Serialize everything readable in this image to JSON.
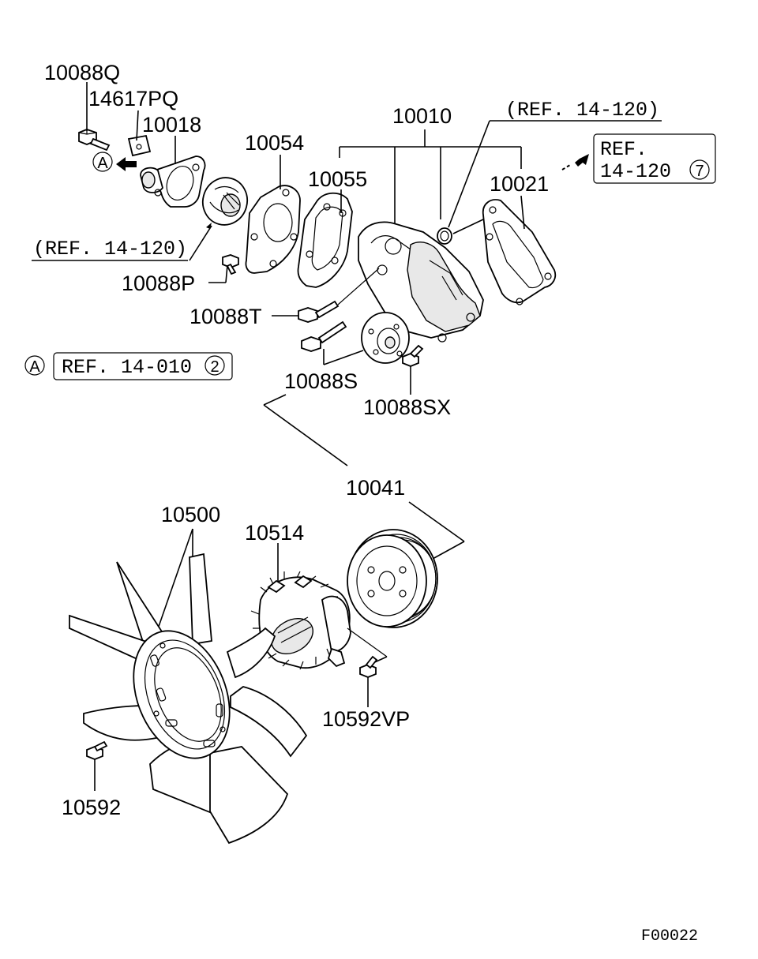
{
  "parts": {
    "p10088Q": "10088Q",
    "p14617PQ": "14617PQ",
    "p10018": "10018",
    "p10054": "10054",
    "p10055": "10055",
    "p10010": "10010",
    "p10021": "10021",
    "p10088P": "10088P",
    "p10088T": "10088T",
    "p10088S": "10088S",
    "p10088SX": "10088SX",
    "p10041": "10041",
    "p10500": "10500",
    "p10514": "10514",
    "p10592VP": "10592VP",
    "p10592": "10592"
  },
  "refs": {
    "ref_top": "(REF. 14-120)",
    "ref_left": "(REF. 14-120)",
    "ref_box_line1": "REF.",
    "ref_box_line2": "14-120",
    "ref_box_circle": "7",
    "ref_a_label": "REF. 14-010",
    "ref_a_circle": "2",
    "marker_a": "A"
  },
  "figure_code": "F00022"
}
